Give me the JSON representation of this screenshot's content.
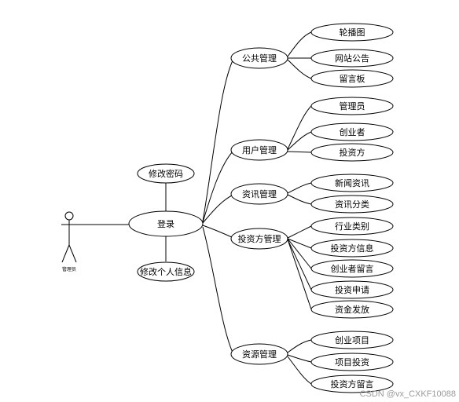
{
  "actor": {
    "label": "管理员"
  },
  "nodes": {
    "login": "登录",
    "change_password": "修改密码",
    "edit_profile": "修改个人信息",
    "public": "公共管理",
    "carousel": "轮播图",
    "announcement": "网站公告",
    "message_board": "留言板",
    "user": "用户管理",
    "admin": "管理员",
    "entrepreneur": "创业者",
    "investor": "投资方",
    "news": "资讯管理",
    "news_info": "新闻资讯",
    "news_category": "资讯分类",
    "inv": "投资方管理",
    "industry": "行业类别",
    "investor_info": "投资方信息",
    "entrepreneur_message": "创业者留言",
    "investment_application": "投资申请",
    "fund_release": "资金发放",
    "resource": "资源管理",
    "startup_project": "创业项目",
    "project_investment": "项目投资",
    "investor_message": "投资方留言"
  },
  "watermark": "CSDN @vx_CXKF10088"
}
